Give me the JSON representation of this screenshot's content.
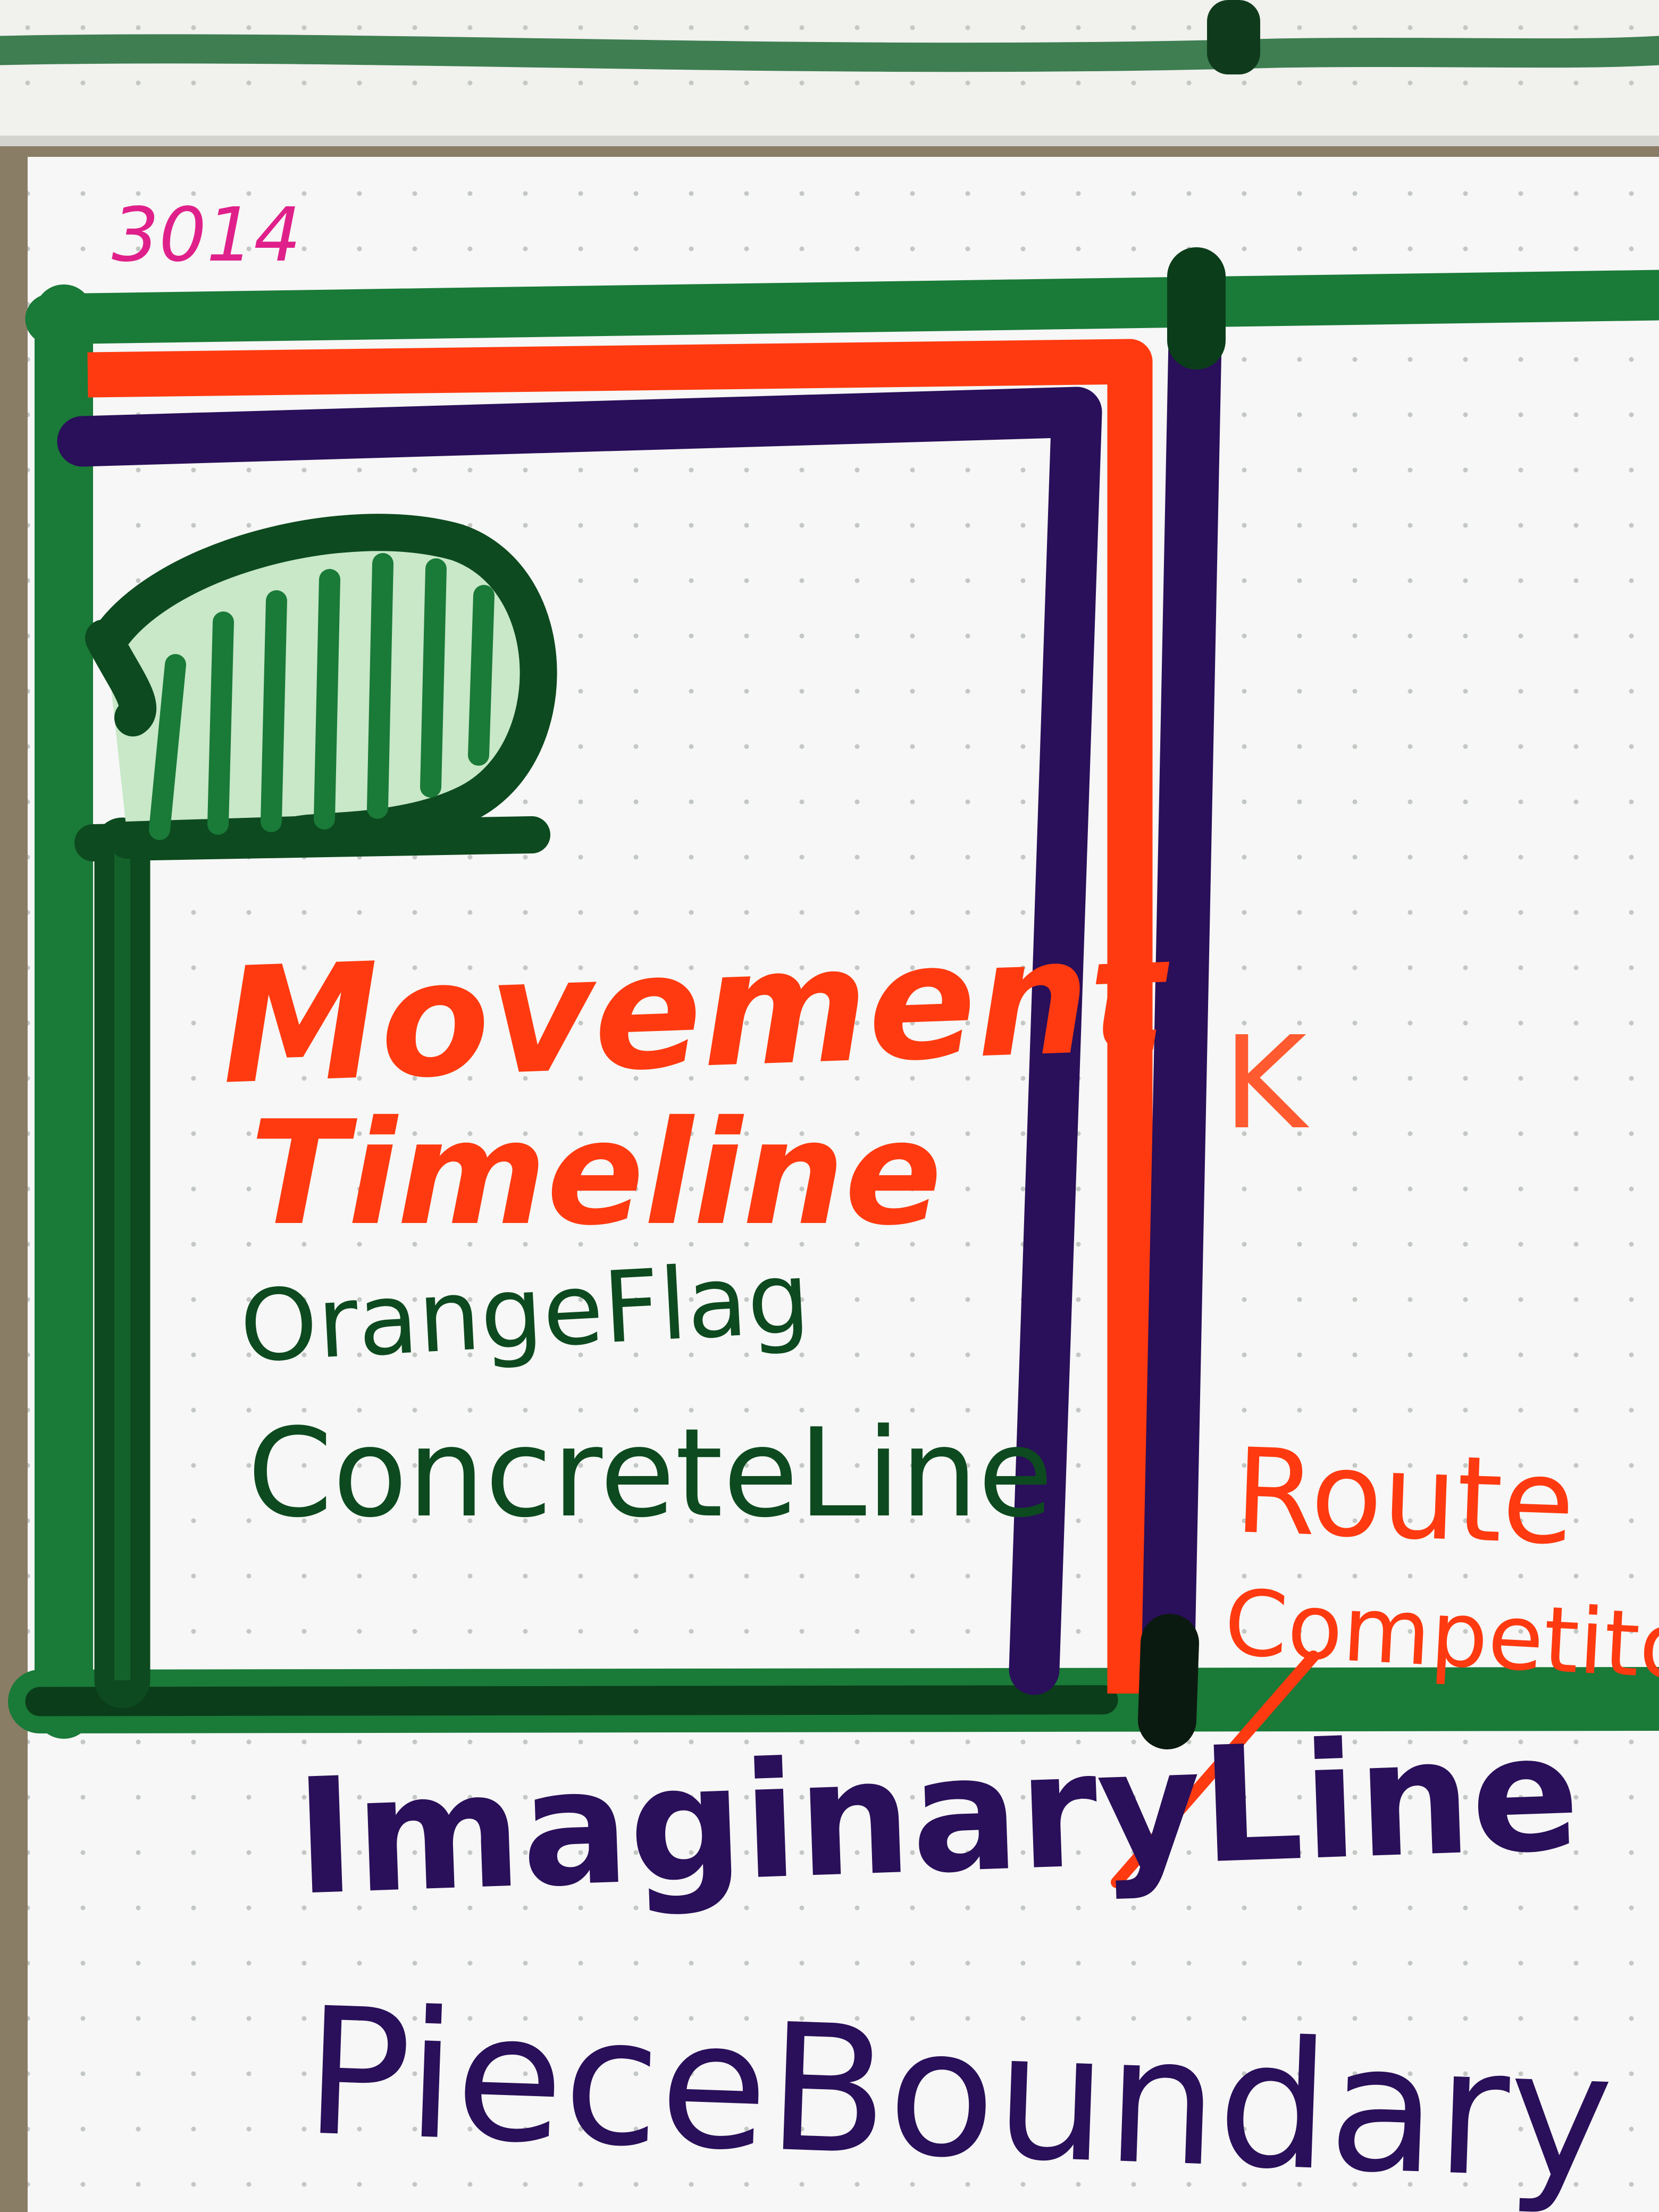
{
  "page_number": "3014",
  "labels": {
    "movement": "Movement",
    "timeline": "Timeline",
    "orange_flag": "OrangeFlag",
    "concrete_line": "ConcreteLine",
    "k": "K",
    "route": "Route",
    "competitor": "Competitor",
    "imaginary_line": "ImaginaryLine",
    "piece_boundary": "PieceBoundary"
  },
  "colors": {
    "paper": "#f6f7f6",
    "dots": "#c4c8c4",
    "green": "#1a7a38",
    "dark_green": "#0d4a1f",
    "orange": "#ff3a10",
    "purple": "#2a0f5a",
    "magenta": "#e0208a"
  },
  "icons": {
    "flag": "orange-flag-icon"
  }
}
